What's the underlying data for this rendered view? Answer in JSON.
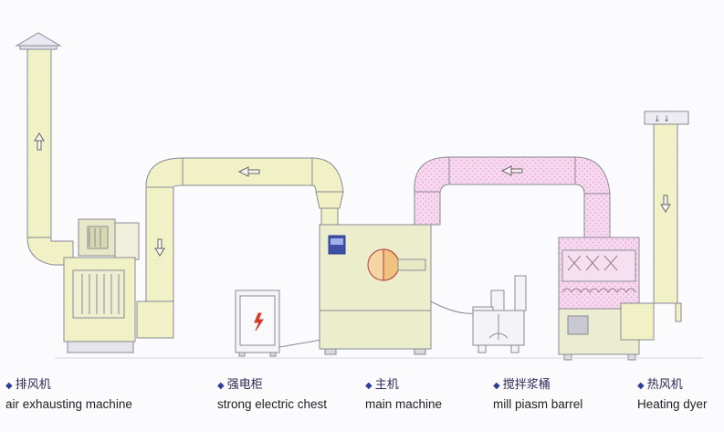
{
  "colors": {
    "yellow_duct": "#f1f1c5",
    "pink_duct": "#f3cde8",
    "machine_fill": "#ecedcc",
    "outline": "#8a8a96",
    "accent_blue": "#2f3e9a",
    "lightning": "#d23a2a"
  },
  "icons": {
    "bullet": "diamond-bullet-icon",
    "flow_arrow": "arrow-icon",
    "electric": "lightning-icon"
  },
  "legend": [
    {
      "bullet": "◆",
      "cn": "排风机",
      "en": "air exhausting machine"
    },
    {
      "bullet": "◆",
      "cn": "强电柜",
      "en": "strong electric chest"
    },
    {
      "bullet": "◆",
      "cn": "主机",
      "en": "main machine"
    },
    {
      "bullet": "◆",
      "cn": "搅拌浆桶",
      "en": "mill piasm barrel"
    },
    {
      "bullet": "◆",
      "cn": "热风机",
      "en": "Heating dyer"
    }
  ]
}
